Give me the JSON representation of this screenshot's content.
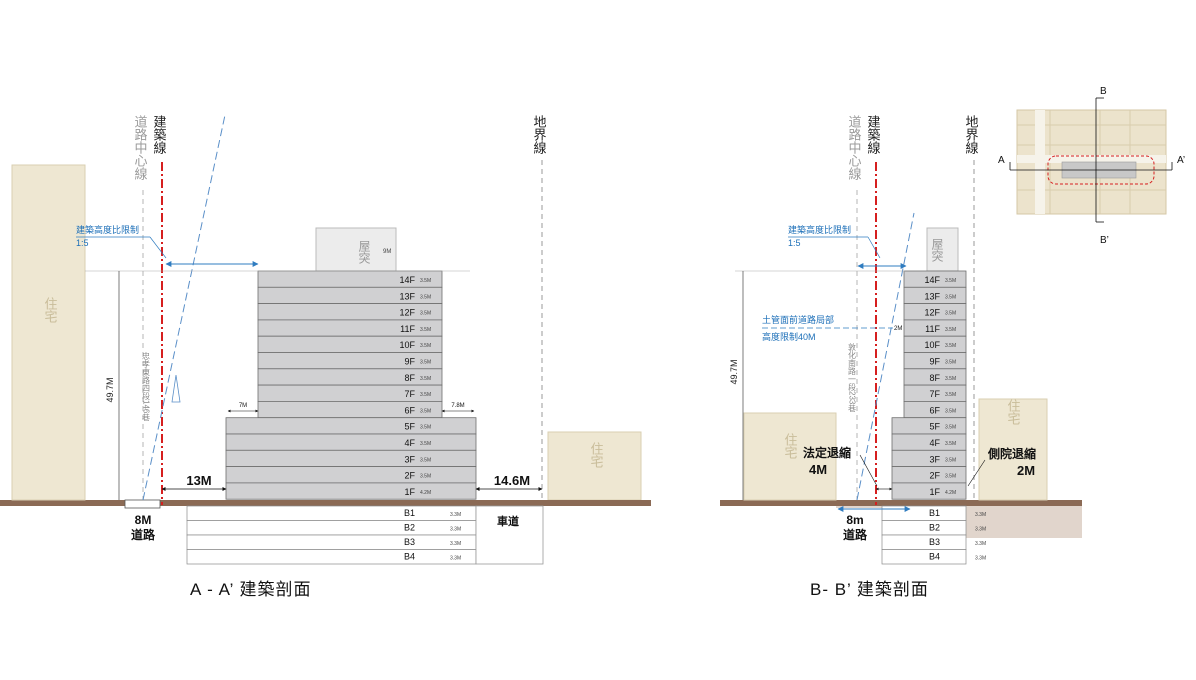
{
  "sections": {
    "aa": {
      "title": "A - A’  建築剖面",
      "center_line_label": "道路中心線",
      "building_line_label": "建築線",
      "property_line_label": "地界線",
      "road_name": "忠孝東路四段146巷",
      "ratio_label": "建築高度比限制",
      "ratio_value": "1:5",
      "total_height": "49.7M",
      "road_width": "8M",
      "road_label": "道路",
      "setback_left": "13M",
      "setback_right": "14.6M",
      "step_left": "7M",
      "step_right": "7.8M",
      "roof_label": "屋突",
      "roof_height": "9M",
      "residence_label": "住宅",
      "driveway_label": "車道",
      "floors": [
        {
          "name": "14F",
          "h": "3.5M"
        },
        {
          "name": "13F",
          "h": "3.5M"
        },
        {
          "name": "12F",
          "h": "3.5M"
        },
        {
          "name": "11F",
          "h": "3.5M"
        },
        {
          "name": "10F",
          "h": "3.5M"
        },
        {
          "name": "9F",
          "h": "3.5M"
        },
        {
          "name": "8F",
          "h": "3.5M"
        },
        {
          "name": "7F",
          "h": "3.5M"
        },
        {
          "name": "6F",
          "h": "3.5M"
        },
        {
          "name": "5F",
          "h": "3.5M"
        },
        {
          "name": "4F",
          "h": "3.5M"
        },
        {
          "name": "3F",
          "h": "3.5M"
        },
        {
          "name": "2F",
          "h": "3.5M"
        },
        {
          "name": "1F",
          "h": "4.2M"
        }
      ],
      "basements": [
        {
          "name": "B1",
          "h": "3.3M"
        },
        {
          "name": "B2",
          "h": "3.3M"
        },
        {
          "name": "B3",
          "h": "3.3M"
        },
        {
          "name": "B4",
          "h": "3.3M"
        }
      ]
    },
    "bb": {
      "title": "B- B’  建築剖面",
      "center_line_label": "道路中心線",
      "building_line_label": "建築線",
      "property_line_label": "地界線",
      "road_name": "敦化南路一段233巷",
      "ratio_label": "建築高度比限制",
      "ratio_value": "1:5",
      "local_limit_label_1": "土管面前道路局部",
      "local_limit_label_2": "高度限制40M",
      "local_limit_offset": "2M",
      "total_height": "49.7M",
      "road_width": "8m",
      "road_label": "道路",
      "legal_setback_label": "法定退縮",
      "legal_setback_value": "4M",
      "side_setback_label": "側院退縮",
      "side_setback_value": "2M",
      "roof_label": "屋突",
      "residence_label": "住宅",
      "floors": [
        {
          "name": "14F",
          "h": "3.5M"
        },
        {
          "name": "13F",
          "h": "3.5M"
        },
        {
          "name": "12F",
          "h": "3.5M"
        },
        {
          "name": "11F",
          "h": "3.5M"
        },
        {
          "name": "10F",
          "h": "3.5M"
        },
        {
          "name": "9F",
          "h": "3.5M"
        },
        {
          "name": "8F",
          "h": "3.5M"
        },
        {
          "name": "7F",
          "h": "3.5M"
        },
        {
          "name": "6F",
          "h": "3.5M"
        },
        {
          "name": "5F",
          "h": "3.5M"
        },
        {
          "name": "4F",
          "h": "3.5M"
        },
        {
          "name": "3F",
          "h": "3.5M"
        },
        {
          "name": "2F",
          "h": "3.5M"
        },
        {
          "name": "1F",
          "h": "4.2M"
        }
      ],
      "basements": [
        {
          "name": "B1",
          "h": "3.3M"
        },
        {
          "name": "B2",
          "h": "3.3M"
        },
        {
          "name": "B3",
          "h": "3.3M"
        },
        {
          "name": "B4",
          "h": "3.3M"
        }
      ]
    }
  },
  "keymap": {
    "a_left": "A",
    "a_right": "A’",
    "b_top": "B",
    "b_bottom": "B’"
  },
  "colors": {
    "ground": "#8b6a55",
    "building": "#d0d0d2",
    "residence": "#eee7d2",
    "building_line": "#d61f1f",
    "dimension_blue": "#2f7cc0",
    "label_blue": "#1c6fb8"
  }
}
